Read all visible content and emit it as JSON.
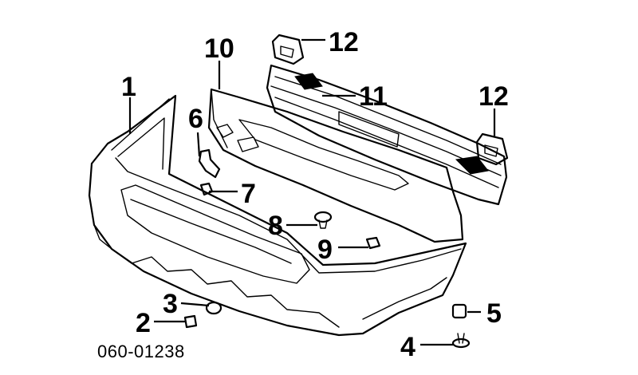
{
  "diagram_code": "060-01238",
  "callouts": [
    "1",
    "2",
    "3",
    "4",
    "5",
    "6",
    "7",
    "8",
    "9",
    "10",
    "11",
    "12",
    "12"
  ]
}
